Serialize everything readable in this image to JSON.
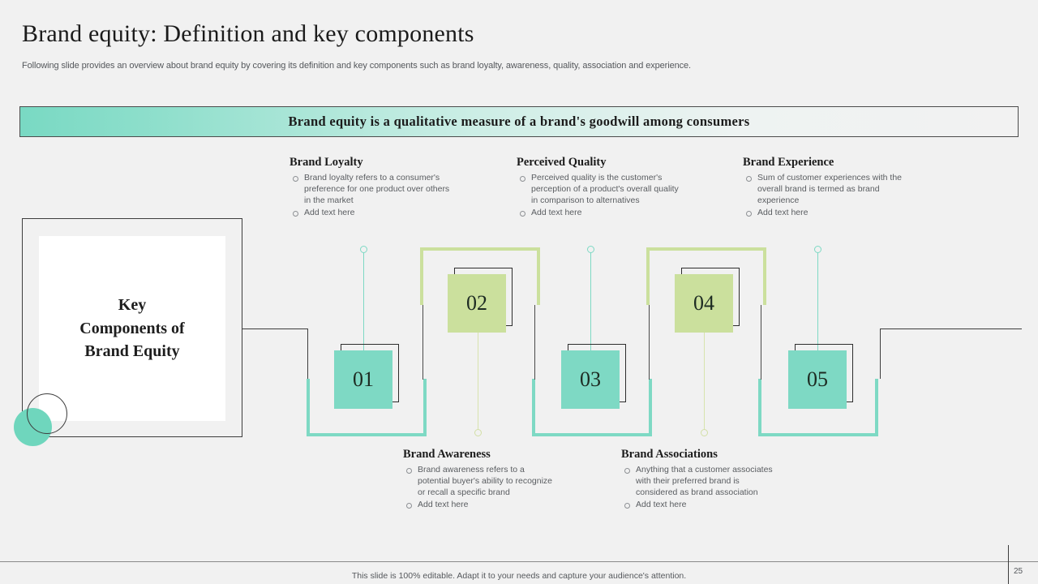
{
  "header": {
    "title": "Brand equity: Definition and key components",
    "subtitle": "Following slide provides an overview about brand equity by covering its definition and key components such as brand loyalty, awareness, quality, association and experience."
  },
  "banner": {
    "text": "Brand equity is a qualitative measure of  a brand's goodwill among consumers",
    "gradient_start": "#79d9c3",
    "gradient_end": "#f2f2f2",
    "border_color": "#4c4c4c"
  },
  "key_box": {
    "label": "Key Components of Brand Equity",
    "line1": "Key",
    "line2": "Components of",
    "line3": "Brand Equity",
    "accent_color": "#6fd6bd"
  },
  "palette": {
    "teal": "#7ed9c4",
    "green": "#cbe09d",
    "outline": "#2d2d2d",
    "background": "#f1f1f1"
  },
  "tiles": [
    {
      "number": "01",
      "color": "teal"
    },
    {
      "number": "02",
      "color": "green"
    },
    {
      "number": "03",
      "color": "teal"
    },
    {
      "number": "04",
      "color": "green"
    },
    {
      "number": "05",
      "color": "teal"
    }
  ],
  "components_top": [
    {
      "heading": "Brand Loyalty",
      "bullets": [
        "Brand loyalty refers to a consumer's preference for one product over others in the market",
        "Add text here"
      ]
    },
    {
      "heading": "Perceived Quality",
      "bullets": [
        "Perceived quality is the customer's perception of a product's overall quality in comparison to alternatives",
        "Add text here"
      ]
    },
    {
      "heading": "Brand Experience",
      "bullets": [
        "Sum of customer experiences with the overall brand is termed as brand experience",
        "Add text here"
      ]
    }
  ],
  "components_bottom": [
    {
      "heading": "Brand Awareness",
      "bullets": [
        "Brand awareness refers to a potential buyer's ability to recognize or recall a specific brand",
        "Add text here"
      ]
    },
    {
      "heading": "Brand Associations",
      "bullets": [
        "Anything that a customer associates with their preferred brand is considered as  brand association",
        "Add text here"
      ]
    }
  ],
  "footer": {
    "note": "This slide is 100% editable. Adapt it to your needs and capture your audience's attention.",
    "page_number": "25"
  }
}
